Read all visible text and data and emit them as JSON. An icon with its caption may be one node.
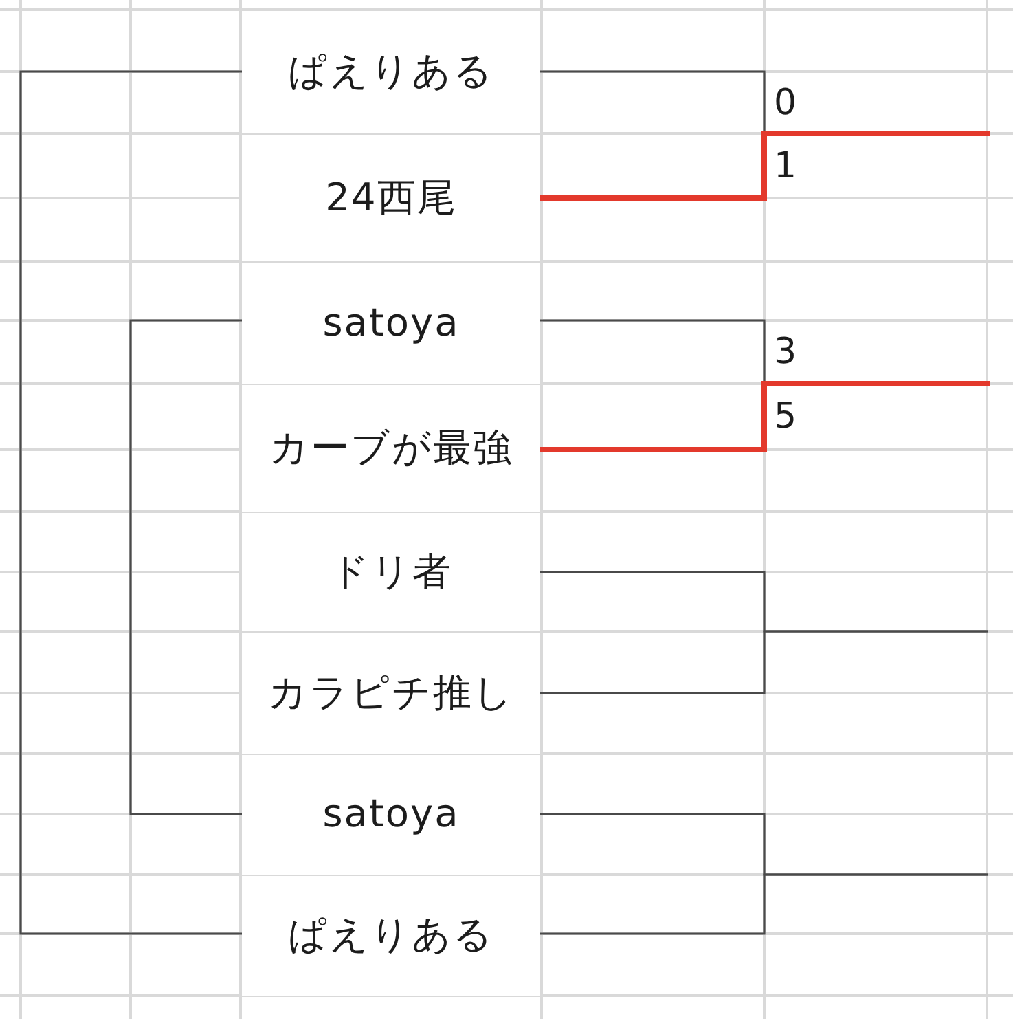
{
  "diagram": {
    "nodes": [
      {
        "text": [
          "ぱえりある"
        ]
      },
      {
        "text": [
          "24西尾"
        ]
      },
      {
        "text": [
          "satoya"
        ]
      },
      {
        "text": [
          "カーブが最強"
        ]
      },
      {
        "text": [
          "ドリ者"
        ]
      },
      {
        "text": [
          "カラピチ推し"
        ]
      },
      {
        "text": [
          "satoya"
        ]
      },
      {
        "text": [
          "ぱえりある"
        ]
      }
    ],
    "edges": [
      {
        "from": 0,
        "to": 7,
        "arrow": "none"
      },
      {
        "from": 2,
        "to": 6,
        "arrow": "none"
      },
      {
        "from": 0,
        "to": null,
        "arrow": "none"
      },
      {
        "from": 1,
        "to": null,
        "arrow": "none",
        "style": "thick",
        "color": "#e3392c"
      },
      {
        "from": 2,
        "to": null,
        "arrow": "none"
      },
      {
        "from": 3,
        "to": null,
        "arrow": "none",
        "style": "thick",
        "color": "#e3392c"
      },
      {
        "from": 4,
        "to": null,
        "arrow": "none"
      },
      {
        "from": 5,
        "to": null,
        "arrow": "none"
      },
      {
        "from": 6,
        "to": null,
        "arrow": "none"
      },
      {
        "from": 7,
        "to": null,
        "arrow": "none"
      }
    ],
    "labels": [
      "0",
      "1",
      "3",
      "5"
    ]
  }
}
